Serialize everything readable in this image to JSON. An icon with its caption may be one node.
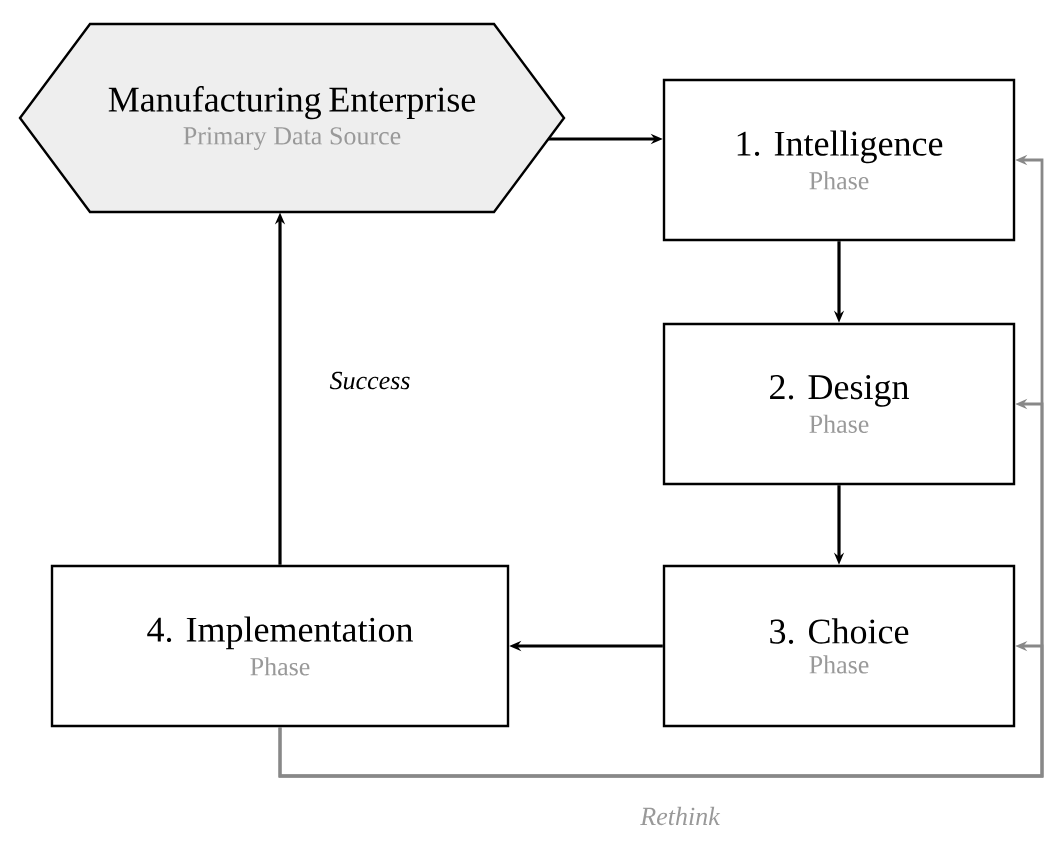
{
  "diagram": {
    "nodes": [
      {
        "text": [
          "Manufacturing Enterprise",
          "Primary Data Source"
        ]
      },
      {
        "text": [
          "1. Intelligence",
          "Phase"
        ]
      },
      {
        "text": [
          "2. Design",
          "Phase"
        ]
      },
      {
        "text": [
          "3. Choice",
          "Phase"
        ]
      },
      {
        "text": [
          "4. Implementation",
          "Phase"
        ]
      }
    ],
    "edges": [
      {
        "from": 0,
        "to": 1,
        "arrow": "to"
      },
      {
        "from": 1,
        "to": 2,
        "arrow": "to"
      },
      {
        "from": 2,
        "to": 3,
        "arrow": "to"
      },
      {
        "from": 3,
        "to": 4,
        "arrow": "to"
      },
      {
        "from": 4,
        "to": 0,
        "arrow": "to",
        "label": "Success"
      },
      {
        "from": 4,
        "to": 1,
        "arrow": "to",
        "color": "#888888",
        "label": "Rethink"
      },
      {
        "from": 4,
        "to": 2,
        "arrow": "to",
        "color": "#888888"
      },
      {
        "from": 4,
        "to": 3,
        "arrow": "to",
        "color": "#888888"
      }
    ]
  }
}
